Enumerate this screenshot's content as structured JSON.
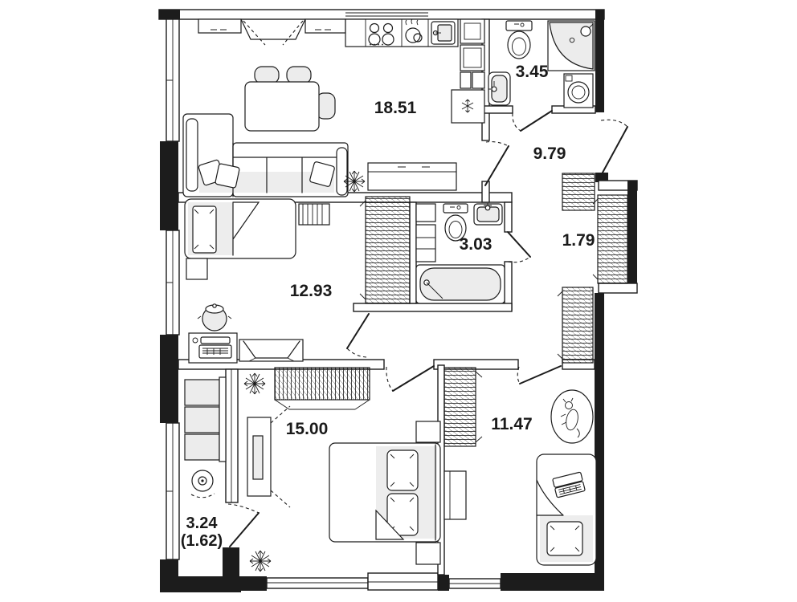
{
  "page": {
    "background": "#ffffff"
  },
  "colors": {
    "line": "#1c1c1c",
    "wall_fill": "#ffffff",
    "light_fill": "#ececec"
  },
  "floor_plan": {
    "rooms": [
      {
        "name": "kitchen-living-room",
        "area": "18.51"
      },
      {
        "name": "bathroom",
        "area": "3.45"
      },
      {
        "name": "hallway",
        "area": "9.79"
      },
      {
        "name": "bathroom-2",
        "area": "3.03"
      },
      {
        "name": "wardrobe-closet",
        "area": "1.79"
      },
      {
        "name": "bedroom-children",
        "area": "12.93"
      },
      {
        "name": "bedroom-master",
        "area": "15.00"
      },
      {
        "name": "bedroom-second",
        "area": "11.47"
      },
      {
        "name": "balcony",
        "area": "3.24",
        "area_secondary": "(1.62)"
      }
    ],
    "icons": [
      "stove-icon",
      "kitchen-sink-icon",
      "dish-rack-icon",
      "fridge-icon",
      "dining-table-icon",
      "sofa-icon",
      "plant-icon",
      "single-bed-icon",
      "double-bed-icon",
      "desk-icon",
      "laptop-icon",
      "wardrobe-icon",
      "toilet-icon",
      "shower-cabin-icon",
      "washing-machine-icon",
      "washbasin-icon",
      "bathtub-icon",
      "mirror-panel-icon",
      "fan-icon",
      "dog-rug-icon",
      "door-swing-icon",
      "window-icon"
    ]
  }
}
